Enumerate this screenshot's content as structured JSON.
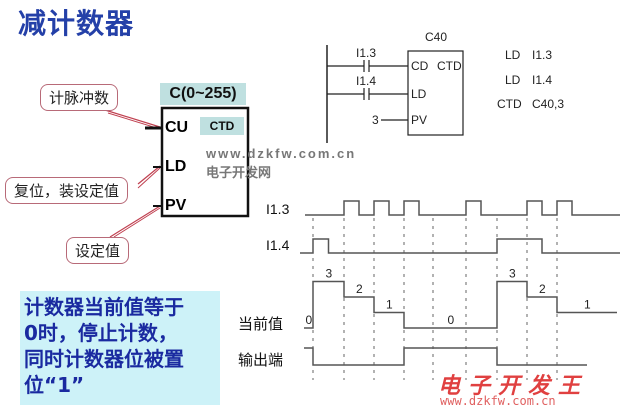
{
  "title": "减计数器",
  "block": {
    "range_label": "C(0~255)",
    "type_label": "CTD",
    "pins": [
      "CU",
      "LD",
      "PV"
    ]
  },
  "callouts": {
    "count_pulse": "计脉冲数",
    "reset_load": "复位，装设定值",
    "preset": "设定值"
  },
  "ladder": {
    "counter_name": "C40",
    "contact1": "I1.3",
    "contact2": "I1.4",
    "pin_cd": "CD",
    "pin_type": "CTD",
    "pin_ld": "LD",
    "pin_pv": "PV",
    "pv_value": "3"
  },
  "stl": [
    {
      "op": "LD",
      "arg": "I1.3"
    },
    {
      "op": "LD",
      "arg": "I1.4"
    },
    {
      "op": "CTD",
      "arg": "C40,3"
    }
  ],
  "watermark": {
    "url": "www.dzkfw.com.cn",
    "site": "电子开发网",
    "logo": "电子开发王",
    "url2": "www.dzkfw.com.cn"
  },
  "note": {
    "lines": [
      "计数器当前值等于",
      "0时，停止计数，",
      "同时计数器位被置",
      "位“1”"
    ]
  },
  "timing": {
    "signals": {
      "i13": "I1.3",
      "i14": "I1.4",
      "current": "当前值",
      "output": "输出端"
    },
    "current_values": [
      "0",
      "3",
      "2",
      "1",
      "0",
      "3",
      "2",
      "1"
    ]
  },
  "chart_data": {
    "type": "timing",
    "title": "",
    "signals": [
      {
        "name": "I1.3",
        "kind": "digital",
        "pulses_at_slots": [
          1,
          2,
          3,
          5,
          7,
          8
        ]
      },
      {
        "name": "I1.4",
        "kind": "digital",
        "high_intervals_slots": [
          [
            0,
            0.5
          ],
          [
            6,
            7.5
          ]
        ]
      },
      {
        "name": "当前值",
        "kind": "step",
        "levels": [
          {
            "from": -0.3,
            "to": 0,
            "value": 0
          },
          {
            "from": 0,
            "to": 1,
            "value": 3
          },
          {
            "from": 1,
            "to": 2,
            "value": 2
          },
          {
            "from": 2,
            "to": 3,
            "value": 1
          },
          {
            "from": 3,
            "to": 6,
            "value": 0
          },
          {
            "from": 6,
            "to": 7,
            "value": 3
          },
          {
            "from": 7,
            "to": 8,
            "value": 2
          },
          {
            "from": 8,
            "to": 10,
            "value": 1
          }
        ]
      },
      {
        "name": "输出端",
        "kind": "digital",
        "levels": [
          {
            "from": -0.3,
            "to": 0,
            "value": 1
          },
          {
            "from": 0,
            "to": 3,
            "value": 0
          },
          {
            "from": 3,
            "to": 6,
            "value": 1
          },
          {
            "from": 6,
            "to": 9,
            "value": 0
          }
        ]
      }
    ]
  }
}
